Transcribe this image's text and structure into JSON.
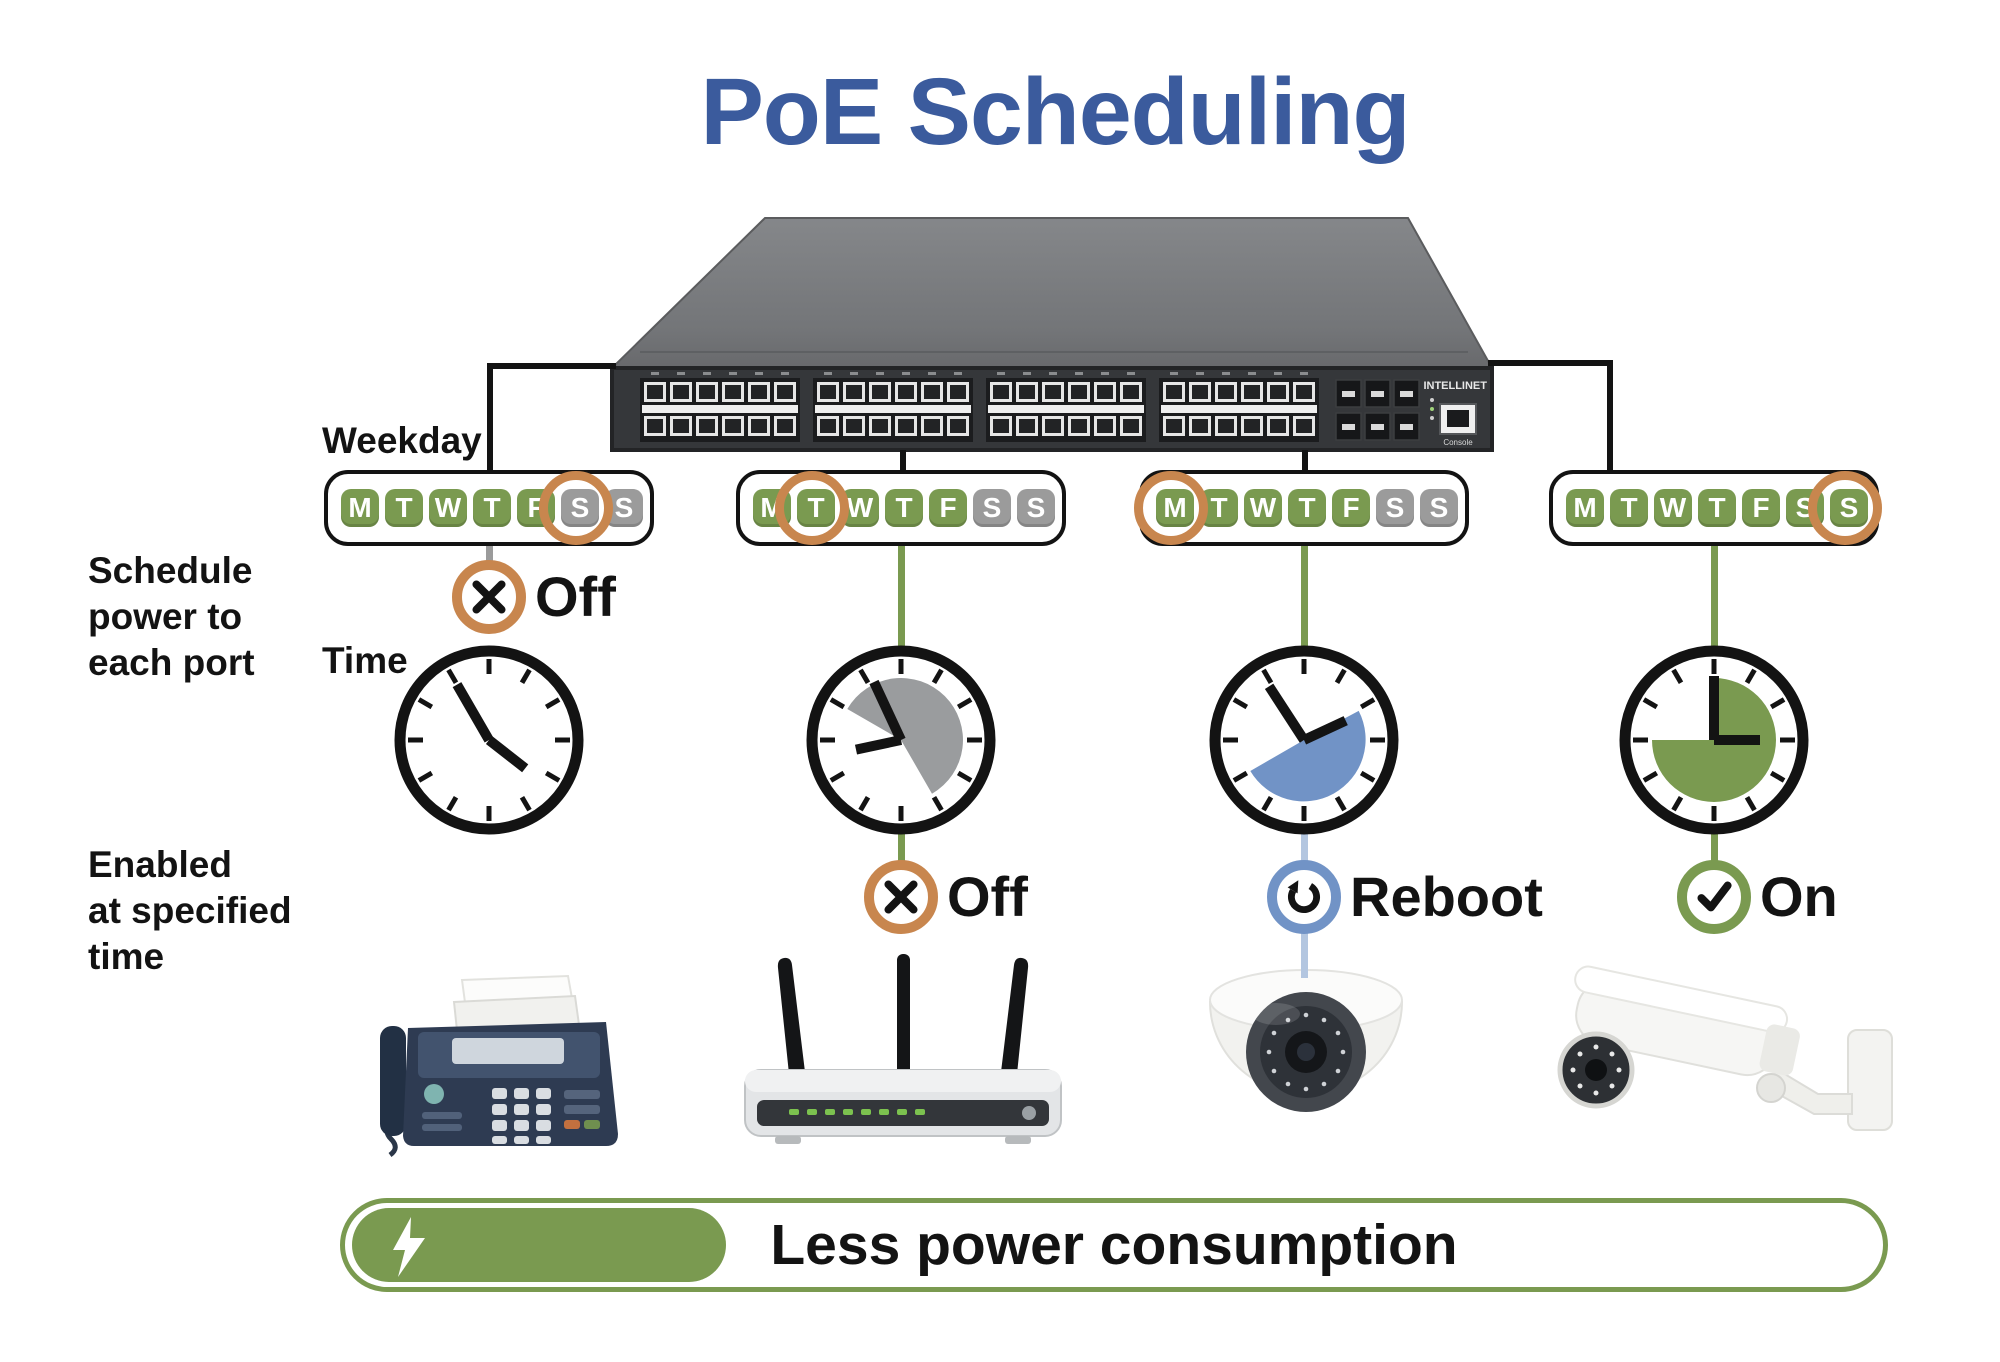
{
  "title": "PoE Scheduling",
  "labels": {
    "weekday": "Weekday",
    "schedule_power": "Schedule\npower to\neach port",
    "time": "Time",
    "enabled_at": "Enabled\nat specified\ntime"
  },
  "switch": {
    "brand": "INTELLINET",
    "console": "Console"
  },
  "day_letters": [
    "M",
    "T",
    "W",
    "T",
    "F",
    "S",
    "S"
  ],
  "colors": {
    "title_blue": "#3B5B9D",
    "day_green": "#7A9A50",
    "day_gray": "#9B9B9B",
    "ring_orange": "#C8864E",
    "ring_blue": "#7193C6",
    "stem_light_blue": "#B3C6E0",
    "pie_gray": "#9A9C9E",
    "text_black": "#131313",
    "banner_green": "#7A9A50"
  },
  "columns": [
    {
      "device": "fax-machine",
      "days_active": [
        true,
        true,
        true,
        true,
        true,
        false,
        false
      ],
      "circled_day_index": 5,
      "status": {
        "label": "Off",
        "glyph": "x-icon",
        "ring_color": "#C8864E",
        "position": "above-clock"
      },
      "clock": {
        "pie": null,
        "hour_deg": 128,
        "minute_deg": -30
      },
      "stem_colors": {
        "top": "#9B9B9B",
        "bottom": null,
        "tail": null
      }
    },
    {
      "device": "wireless-router",
      "days_active": [
        true,
        true,
        true,
        true,
        true,
        false,
        false
      ],
      "circled_day_index": 1,
      "status": {
        "label": "Off",
        "glyph": "x-icon",
        "ring_color": "#C8864E",
        "position": "below-clock"
      },
      "clock": {
        "pie": {
          "color": "#9A9C9E",
          "start_deg": -60,
          "end_deg": 150
        },
        "hour_deg": 258,
        "minute_deg": -25
      },
      "stem_colors": {
        "top": "#7A9A50",
        "bottom": "#7A9A50",
        "tail": null
      }
    },
    {
      "device": "dome-camera",
      "days_active": [
        true,
        true,
        true,
        true,
        true,
        false,
        false
      ],
      "circled_day_index": 0,
      "status": {
        "label": "Reboot",
        "glyph": "reboot-icon",
        "ring_color": "#7193C6",
        "position": "below-clock"
      },
      "clock": {
        "pie": {
          "color": "#7193C6",
          "start_deg": 62,
          "end_deg": 240
        },
        "hour_deg": 65,
        "minute_deg": -33
      },
      "stem_colors": {
        "top": "#7A9A50",
        "bottom": "#B3C6E0",
        "tail": "#B3C6E0"
      }
    },
    {
      "device": "bullet-camera",
      "days_active": [
        true,
        true,
        true,
        true,
        true,
        true,
        true
      ],
      "circled_day_index": 6,
      "status": {
        "label": "On",
        "glyph": "check-icon",
        "ring_color": "#7A9A50",
        "position": "below-clock"
      },
      "clock": {
        "pie": {
          "color": "#7A9A50",
          "start_deg": 0,
          "end_deg": 270
        },
        "hour_deg": 90,
        "minute_deg": 0
      },
      "stem_colors": {
        "top": "#7A9A50",
        "bottom": "#7A9A50",
        "tail": null
      }
    }
  ],
  "banner": {
    "label": "Less power consumption",
    "icon": "lightning-bolt-icon"
  }
}
